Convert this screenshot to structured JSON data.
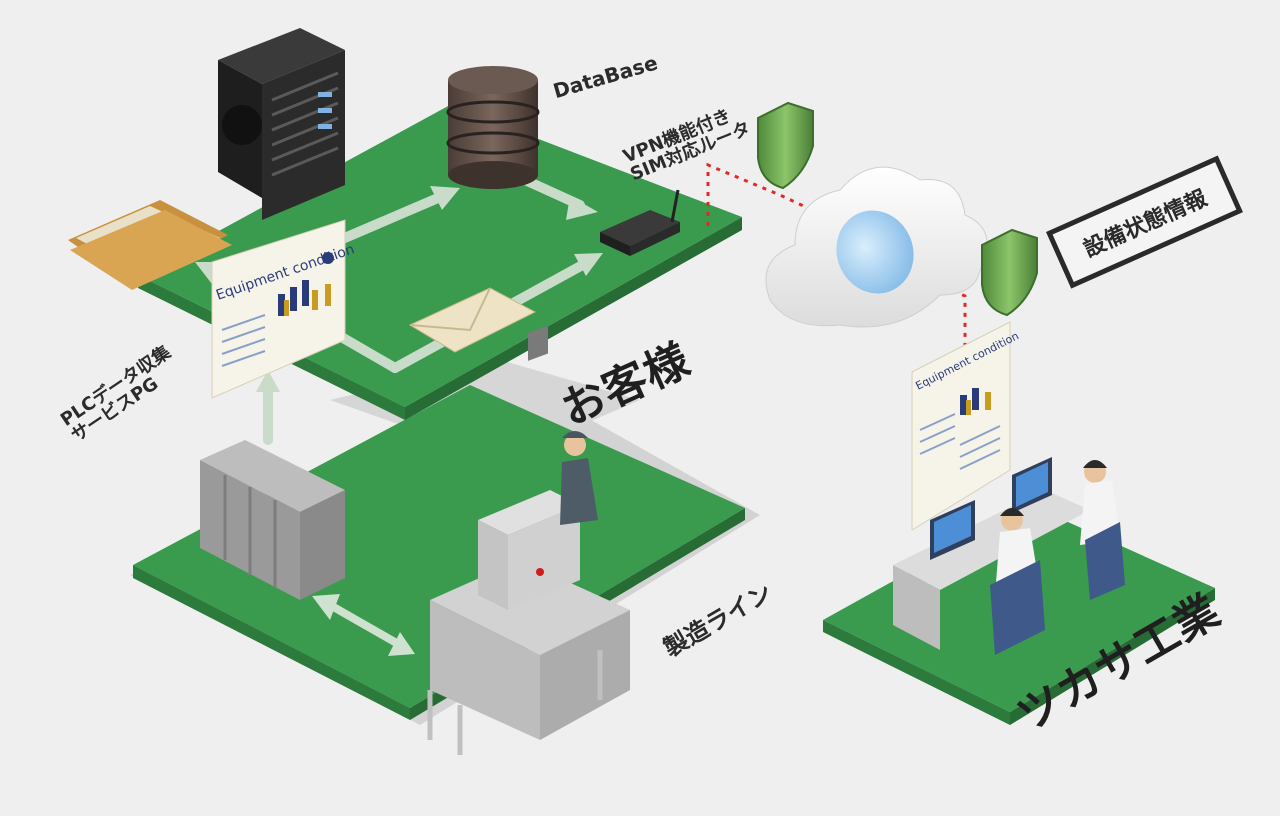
{
  "colors": {
    "platform": "#3a9a4e",
    "platform_edge": "#2f7f40",
    "background": "#efefef",
    "vpn_line": "#e02a2a",
    "shield": "#6aa84f"
  },
  "labels": {
    "database": "DataBase",
    "router": "VPN機能付き\nSIM対応ルータ",
    "customer": "お客様",
    "plc": "PLCデータ収集\nサービスPG",
    "production_line": "製造ライン",
    "equipment_info": "設備状態情報",
    "company": "ツカサ工業",
    "dashboard_left_title": "Equipment condition",
    "dashboard_right_title": "Equipment condition"
  },
  "icons": [
    "server-tower-icon",
    "database-cylinder-icon",
    "router-icon",
    "folder-icon",
    "envelope-icon",
    "cloud-icon",
    "shield-icon",
    "control-cabinet-icon",
    "machine-icon",
    "operator-person-icon",
    "desk-workers-icon",
    "monitor-icon",
    "chair-icon"
  ]
}
